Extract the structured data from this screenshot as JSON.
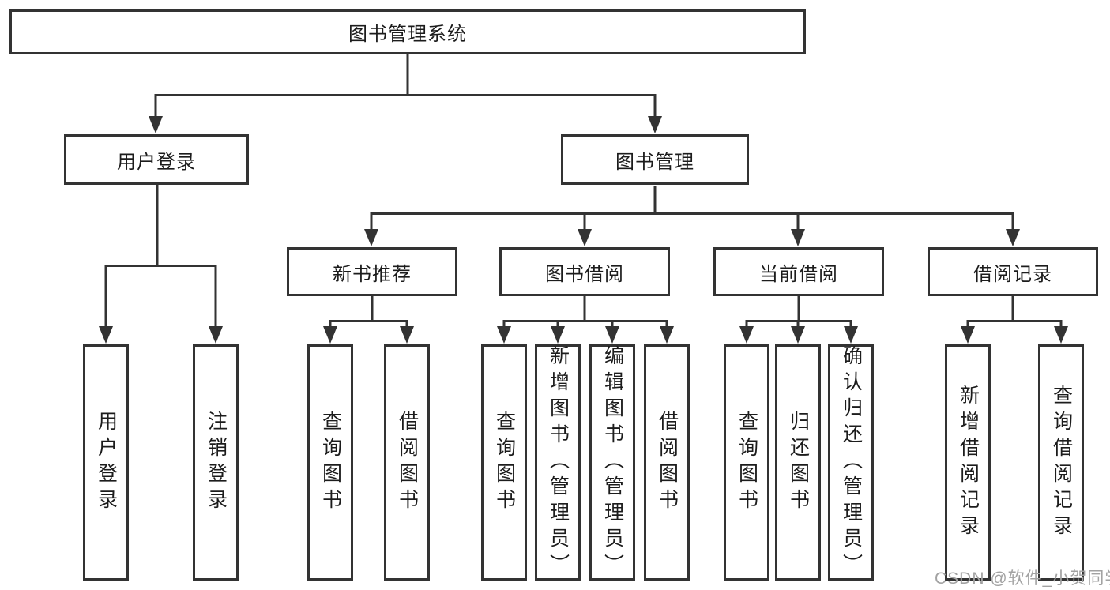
{
  "tree": {
    "root": {
      "label": "图书管理系统"
    },
    "level2": [
      {
        "label": "用户登录"
      },
      {
        "label": "图书管理"
      }
    ],
    "level3": [
      {
        "label": "新书推荐"
      },
      {
        "label": "图书借阅"
      },
      {
        "label": "当前借阅"
      },
      {
        "label": "借阅记录"
      }
    ],
    "leaves": [
      {
        "label": "用户登录"
      },
      {
        "label": "注销登录"
      },
      {
        "label": "查询图书"
      },
      {
        "label": "借阅图书"
      },
      {
        "label": "查询图书"
      },
      {
        "label": "新增图书（管理员）"
      },
      {
        "label": "编辑图书（管理员）"
      },
      {
        "label": "借阅图书"
      },
      {
        "label": "查询图书"
      },
      {
        "label": "归还图书"
      },
      {
        "label": "确认归还（管理员）"
      },
      {
        "label": "新增借阅记录"
      },
      {
        "label": "查询借阅记录"
      }
    ]
  },
  "watermark": {
    "text": "CSDN @软件_小贺同学"
  },
  "colors": {
    "line": "#333333",
    "box_border": "#333333",
    "box_fill": "#ffffff",
    "text": "#1c1c1c",
    "watermark": "#a2a2a2"
  }
}
